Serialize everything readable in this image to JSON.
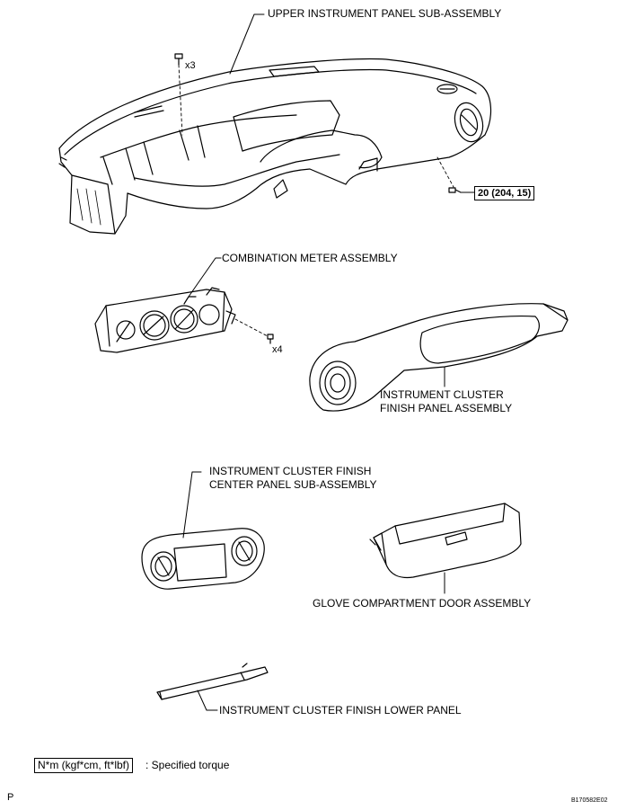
{
  "labels": {
    "upper_panel": "UPPER INSTRUMENT PANEL SUB-ASSEMBLY",
    "combination_meter": "COMBINATION METER ASSEMBLY",
    "cluster_finish_panel_line1": "INSTRUMENT CLUSTER",
    "cluster_finish_panel_line2": "FINISH PANEL ASSEMBLY",
    "center_panel_line1": "INSTRUMENT CLUSTER FINISH",
    "center_panel_line2": "CENTER PANEL SUB-ASSEMBLY",
    "glove_compartment": "GLOVE COMPARTMENT DOOR ASSEMBLY",
    "lower_panel": "INSTRUMENT CLUSTER FINISH LOWER PANEL"
  },
  "fasteners": {
    "qty_upper": "x3",
    "qty_meter": "x4",
    "torque": "20 (204, 15)"
  },
  "legend": {
    "unit": "N*m (kgf*cm, ft*lbf)",
    "description": ": Specified torque"
  },
  "footer": {
    "left_mark": "P",
    "figure_id": "B170582E02"
  }
}
